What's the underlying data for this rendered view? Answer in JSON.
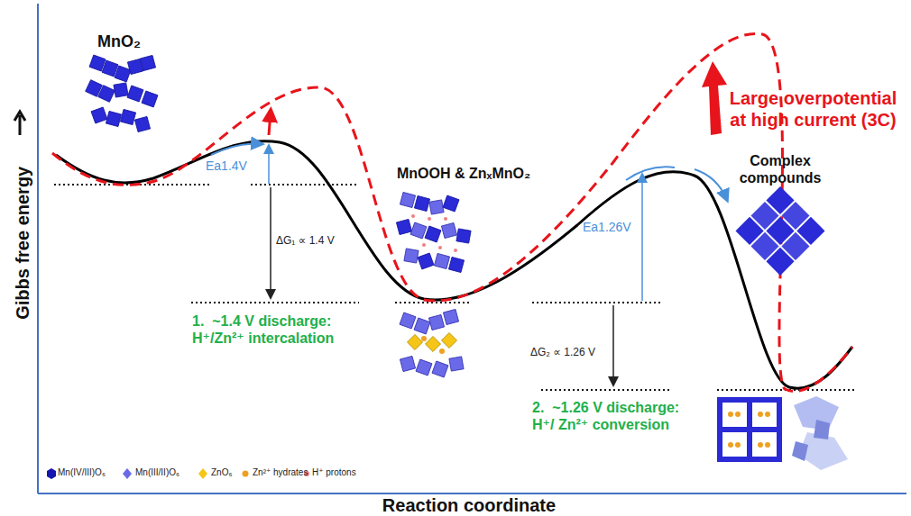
{
  "diagram": {
    "labels": [
      "Gibbs free energy",
      "Reaction coordinate",
      "MnO₂",
      "Ea1.4V",
      "ΔG₁ ∝ 1.4 V",
      "1.  ~1.4 V discharge: H⁺/Zn²⁺ intercalation",
      "MnOOH & ZnₓMnO₂",
      "Ea1.26V",
      "ΔG₂ ∝ 1.26 V",
      "2.  ~1.26 V discharge: H⁺/ Zn²⁺ conversion",
      "Large overpotential at high current (3C)",
      "Complex compounds"
    ],
    "legend": [
      {
        "text": "Mn(IV/III)O₆"
      },
      {
        "text": "Mn(III/II)O₆"
      },
      {
        "text": "ZnO₆"
      },
      {
        "text": "Zn²⁺ hydrates"
      },
      {
        "text": "H⁺ protons"
      }
    ]
  }
}
